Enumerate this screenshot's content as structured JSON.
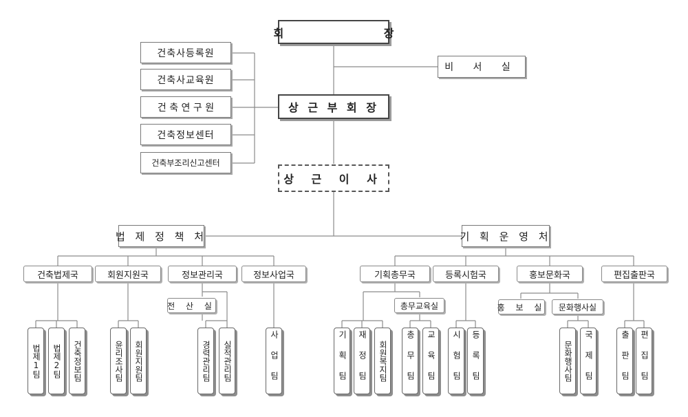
{
  "top": {
    "chairman": "회 장",
    "secretary": "비 서 실",
    "vice_chairman": "상 근 부 회 장",
    "managing_director": "상 근 이 사"
  },
  "institutes": [
    "건축사등록원",
    "건축사교육원",
    "건 축 연 구 원",
    "건축정보센터",
    "건축부조리신고센터"
  ],
  "divisions": {
    "legal": "법 제 정 책 처",
    "planning": "기 획 운 영 처"
  },
  "departments": [
    "건축법제국",
    "회원지원국",
    "정보관리국",
    "정보사업국",
    "기획총무국",
    "등록시험국",
    "홍보문화국",
    "편집출판국"
  ],
  "offices": {
    "computing": "전 산 실",
    "general_education": "총무교육실",
    "pr": "홍 보 실",
    "culture_events": "문화행사실"
  },
  "teams": [
    "법제1팀",
    "법제2팀",
    "건축정보팀",
    "윤리조사팀",
    "회원지원팀",
    "경력관리팀",
    "실적관리팀",
    "사업팀",
    "기획팀",
    "재정팀",
    "회원복지팀",
    "총무팀",
    "교육팀",
    "시험팀",
    "등록팀",
    "문화행사팀",
    "국제팀",
    "출판팀",
    "편집팀"
  ]
}
